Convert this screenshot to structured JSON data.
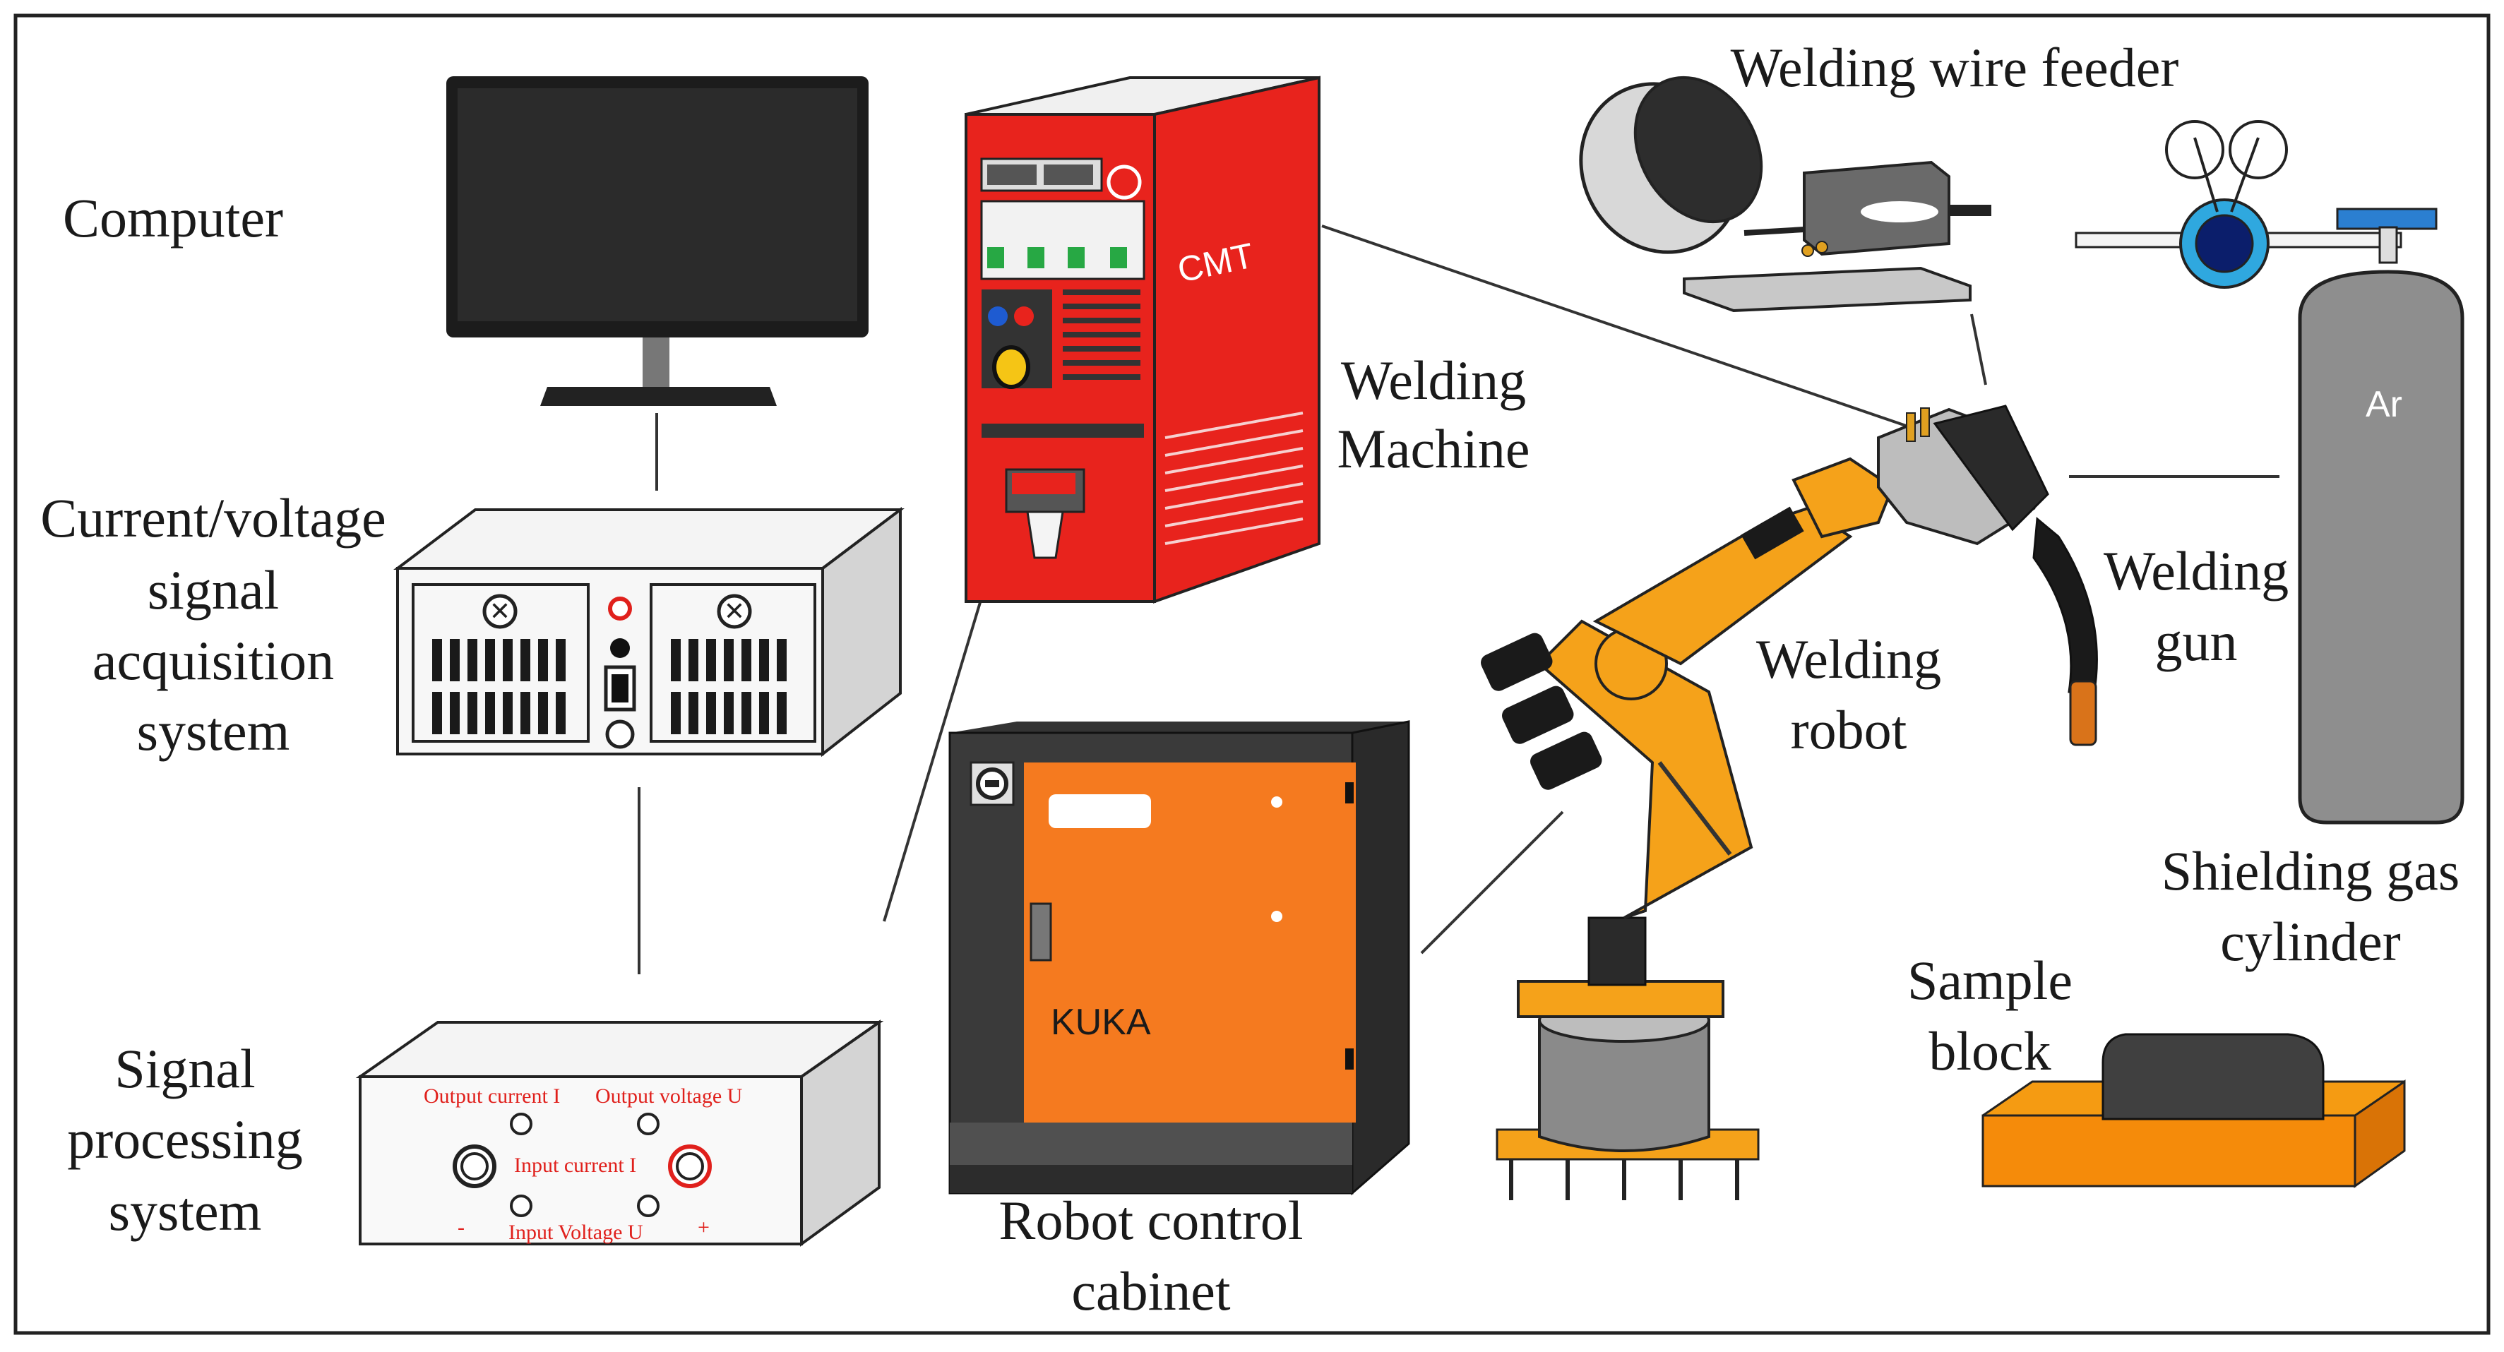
{
  "labels": {
    "computer": "Computer",
    "acquisition": [
      "Current/voltage",
      "signal",
      "acquisition",
      "system"
    ],
    "processing": [
      "Signal",
      "processing",
      "system"
    ],
    "welding_machine": [
      "Welding",
      "Machine"
    ],
    "robot_cabinet": [
      "Robot control",
      "cabinet"
    ],
    "wire_feeder": "Welding wire feeder",
    "welding_robot": [
      "Welding",
      "robot"
    ],
    "welding_gun": [
      "Welding",
      "gun"
    ],
    "gas_cylinder": [
      "Shielding gas",
      "cylinder"
    ],
    "sample_block": [
      "Sample",
      "block"
    ]
  },
  "device_text": {
    "cmt": "CMT",
    "kuka": "KUKA",
    "ar": "Ar",
    "output_current": "Output current I",
    "output_voltage": "Output voltage U",
    "input_current": "Input current I",
    "input_voltage": "Input Voltage U",
    "minus": "-",
    "plus": "+"
  },
  "colors": {
    "machine_red": "#e8231d",
    "kuka_orange": "#f57a1f",
    "robot_orange": "#f5a21a",
    "cylinder_gray": "#8e8e8e",
    "sample_orange": "#f59b12"
  }
}
